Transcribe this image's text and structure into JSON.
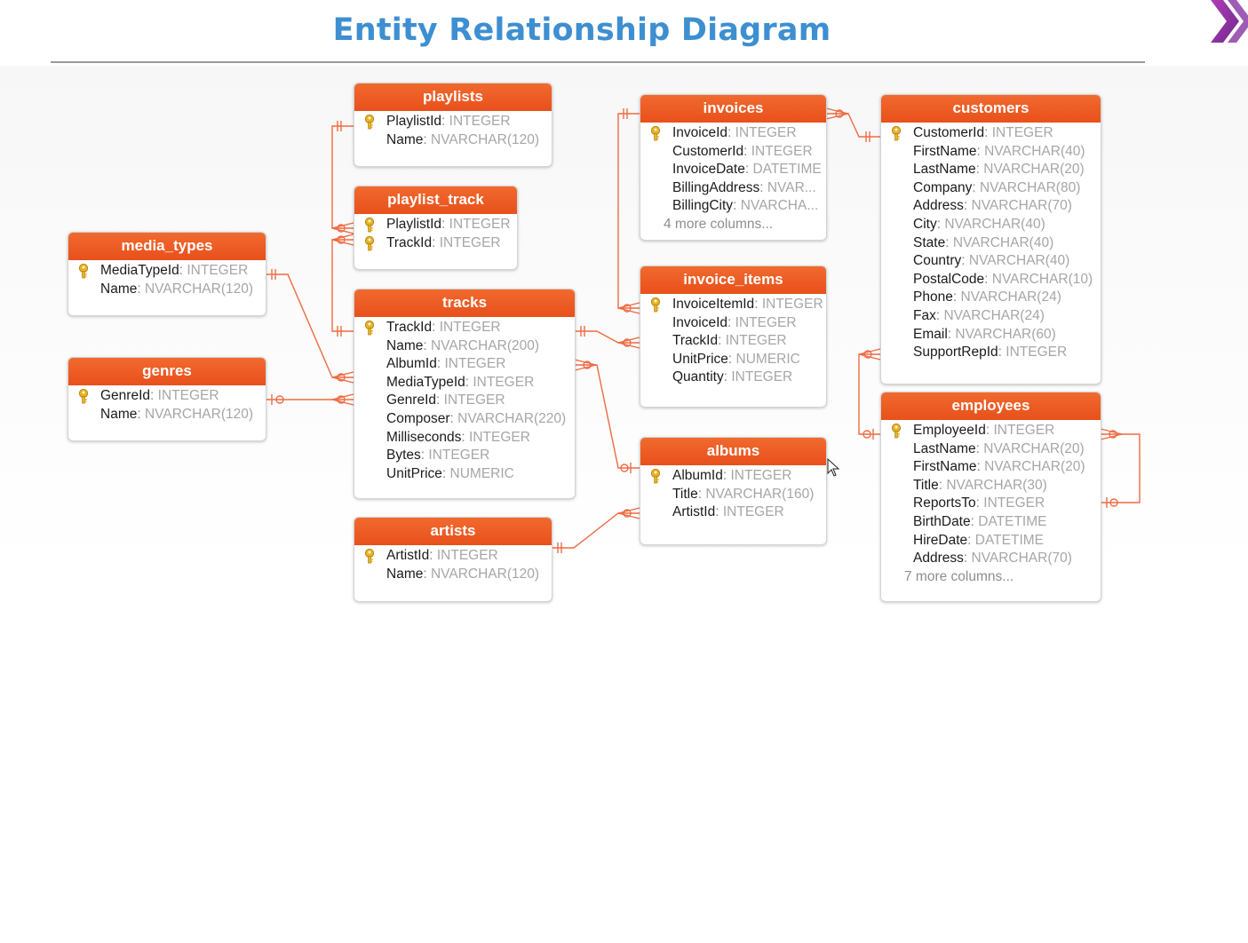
{
  "page_title": "Entity Relationship Diagram",
  "entities": {
    "playlists": {
      "name": "playlists",
      "columns": [
        {
          "name": "PlaylistId",
          "type": "INTEGER"
        },
        {
          "name": "Name",
          "type": "NVARCHAR(120)"
        }
      ]
    },
    "playlist_track": {
      "name": "playlist_track",
      "columns": [
        {
          "name": "PlaylistId",
          "type": "INTEGER"
        },
        {
          "name": "TrackId",
          "type": "INTEGER"
        }
      ]
    },
    "media_types": {
      "name": "media_types",
      "columns": [
        {
          "name": "MediaTypeId",
          "type": "INTEGER"
        },
        {
          "name": "Name",
          "type": "NVARCHAR(120)"
        }
      ]
    },
    "genres": {
      "name": "genres",
      "columns": [
        {
          "name": "GenreId",
          "type": "INTEGER"
        },
        {
          "name": "Name",
          "type": "NVARCHAR(120)"
        }
      ]
    },
    "tracks": {
      "name": "tracks",
      "columns": [
        {
          "name": "TrackId",
          "type": "INTEGER"
        },
        {
          "name": "Name",
          "type": "NVARCHAR(200)"
        },
        {
          "name": "AlbumId",
          "type": "INTEGER"
        },
        {
          "name": "MediaTypeId",
          "type": "INTEGER"
        },
        {
          "name": "GenreId",
          "type": "INTEGER"
        },
        {
          "name": "Composer",
          "type": "NVARCHAR(220)"
        },
        {
          "name": "Milliseconds",
          "type": "INTEGER"
        },
        {
          "name": "Bytes",
          "type": "INTEGER"
        },
        {
          "name": "UnitPrice",
          "type": "NUMERIC"
        }
      ]
    },
    "artists": {
      "name": "artists",
      "columns": [
        {
          "name": "ArtistId",
          "type": "INTEGER"
        },
        {
          "name": "Name",
          "type": "NVARCHAR(120)"
        }
      ]
    },
    "invoices": {
      "name": "invoices",
      "columns": [
        {
          "name": "InvoiceId",
          "type": "INTEGER"
        },
        {
          "name": "CustomerId",
          "type": "INTEGER"
        },
        {
          "name": "InvoiceDate",
          "type": "DATETIME"
        },
        {
          "name": "BillingAddress",
          "type": "NVAR..."
        },
        {
          "name": "BillingCity",
          "type": "NVARCHA..."
        }
      ],
      "more": "4 more columns..."
    },
    "invoice_items": {
      "name": "invoice_items",
      "columns": [
        {
          "name": "InvoiceItemId",
          "type": "INTEGER"
        },
        {
          "name": "InvoiceId",
          "type": "INTEGER"
        },
        {
          "name": "TrackId",
          "type": "INTEGER"
        },
        {
          "name": "UnitPrice",
          "type": "NUMERIC"
        },
        {
          "name": "Quantity",
          "type": "INTEGER"
        }
      ]
    },
    "albums": {
      "name": "albums",
      "columns": [
        {
          "name": "AlbumId",
          "type": "INTEGER"
        },
        {
          "name": "Title",
          "type": "NVARCHAR(160)"
        },
        {
          "name": "ArtistId",
          "type": "INTEGER"
        }
      ]
    },
    "customers": {
      "name": "customers",
      "columns": [
        {
          "name": "CustomerId",
          "type": "INTEGER"
        },
        {
          "name": "FirstName",
          "type": "NVARCHAR(40)"
        },
        {
          "name": "LastName",
          "type": "NVARCHAR(20)"
        },
        {
          "name": "Company",
          "type": "NVARCHAR(80)"
        },
        {
          "name": "Address",
          "type": "NVARCHAR(70)"
        },
        {
          "name": "City",
          "type": "NVARCHAR(40)"
        },
        {
          "name": "State",
          "type": "NVARCHAR(40)"
        },
        {
          "name": "Country",
          "type": "NVARCHAR(40)"
        },
        {
          "name": "PostalCode",
          "type": "NVARCHAR(10)"
        },
        {
          "name": "Phone",
          "type": "NVARCHAR(24)"
        },
        {
          "name": "Fax",
          "type": "NVARCHAR(24)"
        },
        {
          "name": "Email",
          "type": "NVARCHAR(60)"
        },
        {
          "name": "SupportRepId",
          "type": "INTEGER"
        }
      ]
    },
    "employees": {
      "name": "employees",
      "columns": [
        {
          "name": "EmployeeId",
          "type": "INTEGER"
        },
        {
          "name": "LastName",
          "type": "NVARCHAR(20)"
        },
        {
          "name": "FirstName",
          "type": "NVARCHAR(20)"
        },
        {
          "name": "Title",
          "type": "NVARCHAR(30)"
        },
        {
          "name": "ReportsTo",
          "type": "INTEGER"
        },
        {
          "name": "BirthDate",
          "type": "DATETIME"
        },
        {
          "name": "HireDate",
          "type": "DATETIME"
        },
        {
          "name": "Address",
          "type": "NVARCHAR(70)"
        }
      ],
      "more": "7 more columns..."
    }
  },
  "colors": {
    "title": "#3d8fd1",
    "header": "#ec5a23",
    "link": "#ef6b43",
    "key": "#e8b325"
  }
}
